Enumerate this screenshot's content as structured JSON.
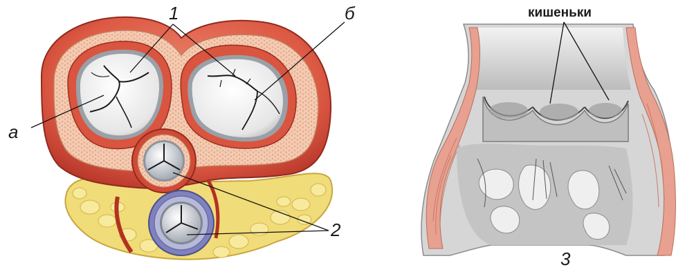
{
  "labels": {
    "a": "а",
    "b": "б",
    "one": "1",
    "two": "2",
    "three": "3",
    "pockets": "кишеньки"
  },
  "colors": {
    "muscle": "#e2644e",
    "muscle_dark": "#b8372a",
    "fat": "#f0dc78",
    "fibrous_ring": "#f4cdb4",
    "valve_white": "#f2f2f2",
    "vein_blue": "#7878b8",
    "section_gray": "#d4d4d4",
    "section_pink": "#e8a090"
  }
}
